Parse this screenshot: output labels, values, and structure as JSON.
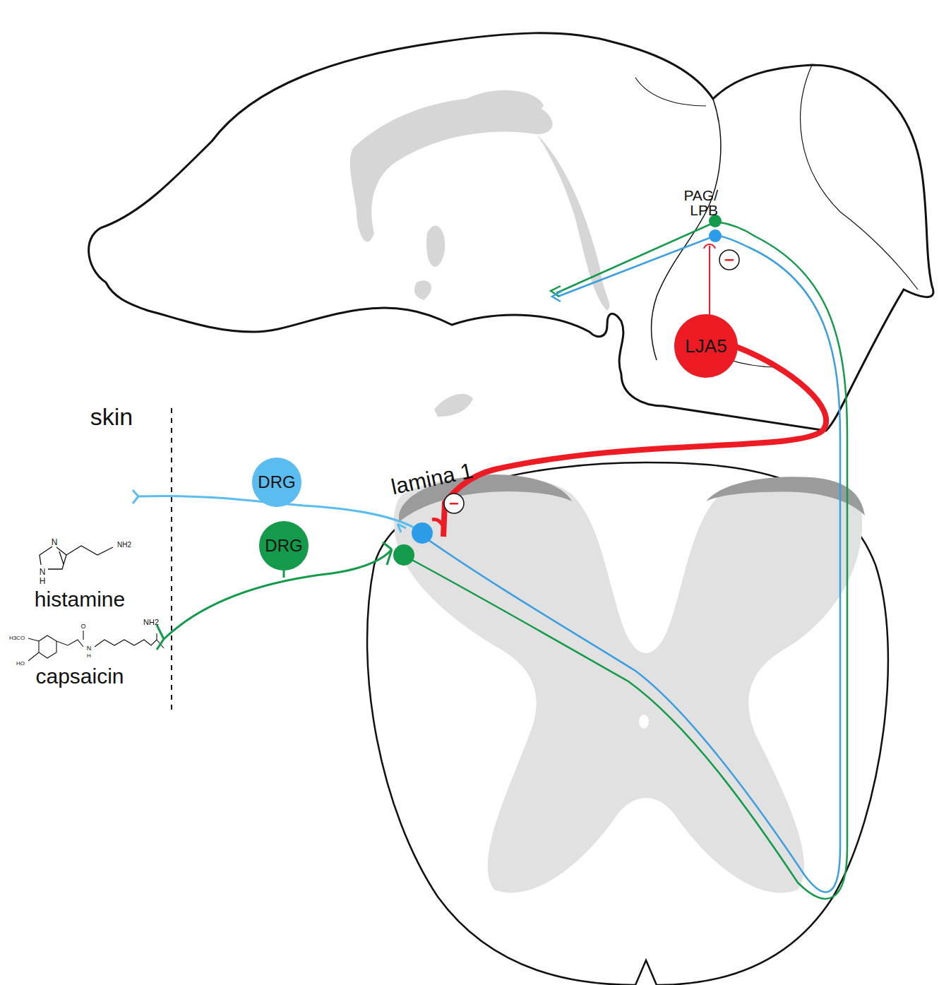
{
  "diagram": {
    "nodes": [
      {
        "text": [
          "DRG"
        ]
      },
      {
        "text": [
          "DRG"
        ]
      },
      {
        "text": [
          "LJA5"
        ]
      }
    ],
    "labels": [
      "PAG/ LPB",
      "skin",
      "lamina 1",
      "histamine",
      "capsaicin",
      "−",
      "−",
      "N",
      "N",
      "H",
      "NH2",
      "H3CO",
      "HO",
      "O",
      "N",
      "H",
      "NH2"
    ]
  }
}
